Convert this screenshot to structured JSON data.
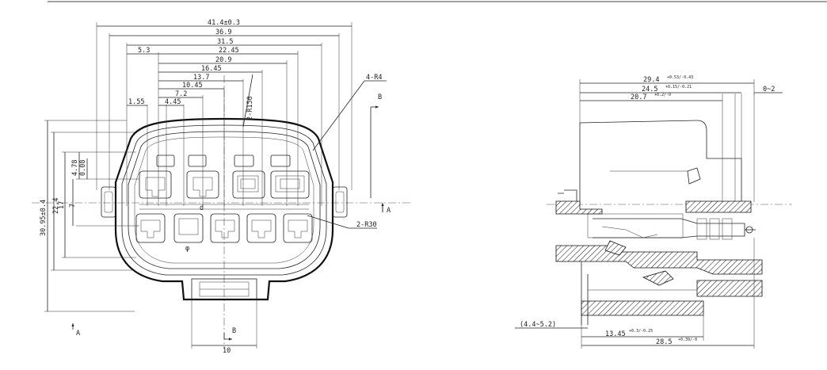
{
  "front_view": {
    "width_dims": {
      "d414": "41.4±0.3",
      "d369": "36.9",
      "d315": "31.5",
      "d53": "5.3",
      "d2245": "22.45",
      "d209": "20.9",
      "d1645": "16.45",
      "d137": "13.7",
      "d1045": "10.45",
      "d72": "7.2",
      "d155": "1.55",
      "d445": "4.45"
    },
    "height_dims": {
      "d3095": "30.95±0.4",
      "d224": "22.4",
      "d17": "17",
      "d7": "7",
      "d478": "4.78",
      "d008": "0.08"
    },
    "bottom_dim": "10",
    "radius_labels": {
      "r4": "4-R4",
      "r150": "2-R150",
      "r30": "2-R30"
    },
    "section_markers": {
      "a_right": "A",
      "a_bottom": "A",
      "b_top": "B",
      "b_bottom": "B"
    },
    "small_letter": "d",
    "phi": "φ"
  },
  "side_view": {
    "d294": "29.4",
    "d294_tol": "+0.53/-0.43",
    "d245": "24.5",
    "d245_tol": "+0.15/-0.21",
    "d207": "20.7",
    "d207_tol": "+0.2/-0",
    "d02": "0~2",
    "d1345": "13.45",
    "d1345_tol": "+0.3/-0.25",
    "d285": "28.5",
    "d285_tol": "+0.39/-0",
    "d4452": "(4.4~5.2)"
  }
}
